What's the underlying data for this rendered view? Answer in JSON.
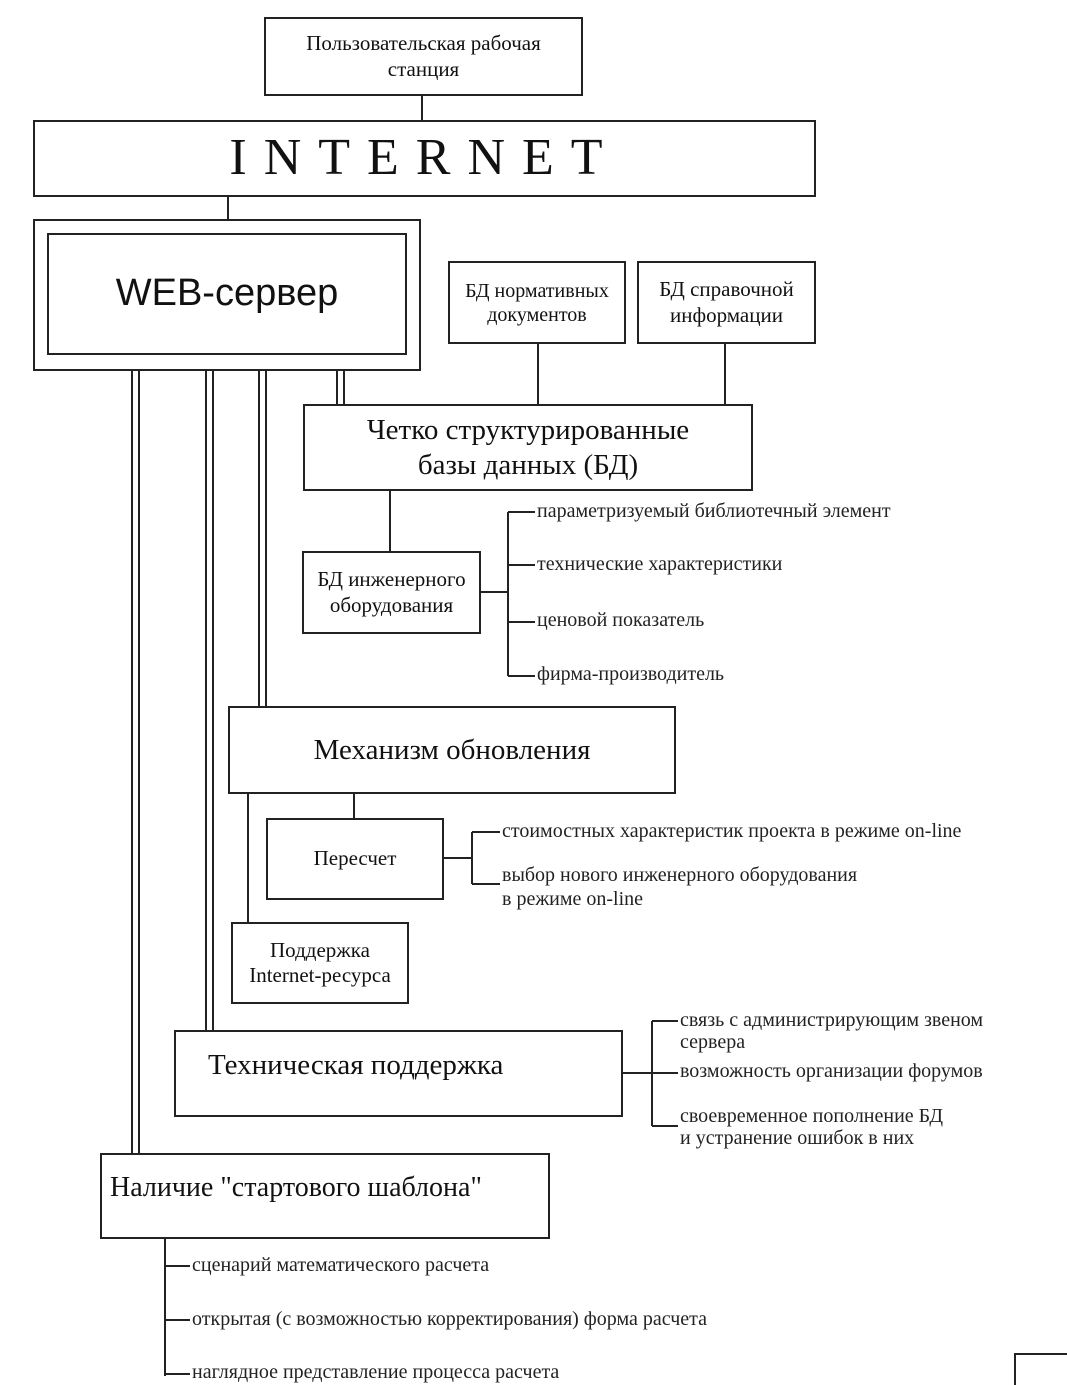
{
  "workstation": "Пользовательская рабочая станция",
  "internet": "INTERNET",
  "web_server": "WEB-сервер",
  "db_normative": "БД нормативных документов",
  "db_reference": "БД справочной информации",
  "structured_db": "Четко структурированные базы данных (БД)",
  "db_engineering": "БД инженерного оборудования",
  "engineering_items": [
    "параметризуемый библиотечный элемент",
    "технические характеристики",
    "ценовой показатель",
    "фирма-производитель"
  ],
  "update_mechanism": "Механизм обновления",
  "recalc": "Пересчет",
  "recalc_items": [
    "стоимостных характеристик проекта в режиме on-line",
    "выбор нового инженерного оборудования",
    "в режиме on-line"
  ],
  "resource_support": "Поддержка Internet-ресурса",
  "tech_support": "Техническая поддержка",
  "tech_items": [
    "связь с администрирующим звеном",
    "сервера",
    "возможность организации форумов",
    "своевременное пополнение БД",
    "и устранение ошибок в них"
  ],
  "template": "Наличие \"стартового шаблона\"",
  "template_items": [
    "сценарий математического расчета",
    "открытая (с возможностью корректирования) форма расчета",
    "наглядное представление процесса расчета"
  ]
}
